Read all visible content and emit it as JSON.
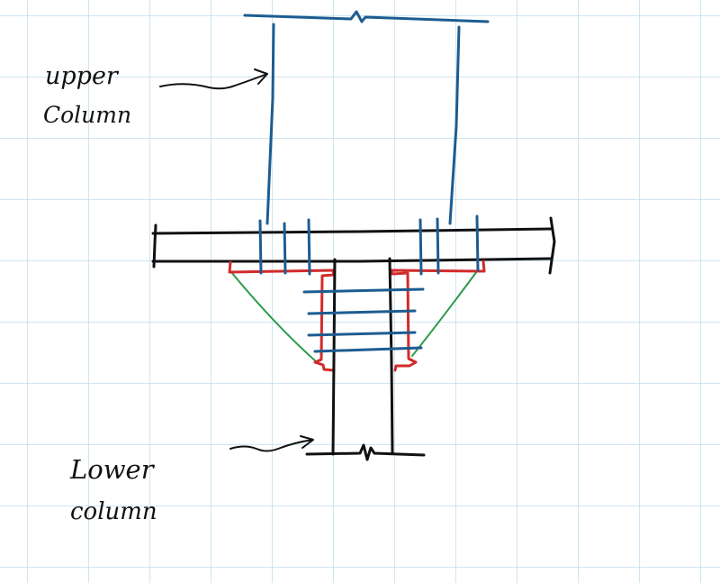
{
  "labels": {
    "upper_column": [
      "upper",
      "Column"
    ],
    "lower_column": [
      "Lower",
      "column"
    ]
  },
  "colors": {
    "grid": "#bedeec",
    "ink": "#111111",
    "column_bar": "#1d5c91",
    "flare_outline": "#d22b2b",
    "haunch": "#2b9b4b"
  }
}
